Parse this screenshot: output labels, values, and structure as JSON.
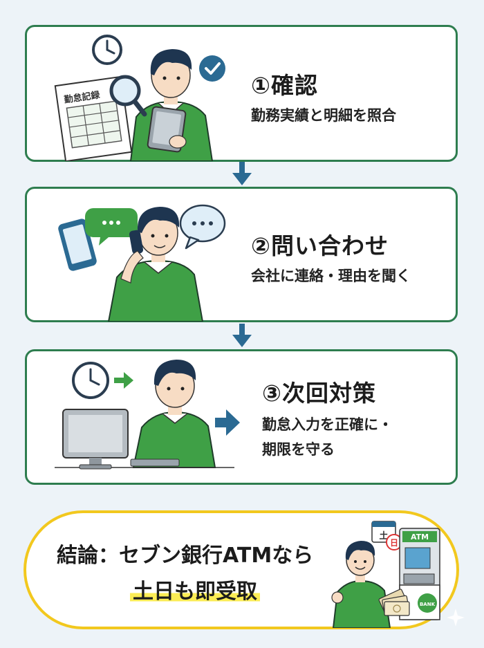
{
  "steps": [
    {
      "title": "①確認",
      "description": "勤務実績と明細を照合",
      "illustration": {
        "document_label": "勤怠記録",
        "icons": [
          "clock-icon",
          "check-icon",
          "magnifier-icon",
          "tablet-icon"
        ]
      }
    },
    {
      "title": "②問い合わせ",
      "description": "会社に連絡・理由を聞く",
      "illustration": {
        "icons": [
          "phone-icon",
          "speech-bubble-icon"
        ]
      }
    },
    {
      "title": "③次回対策",
      "description_lines": [
        "勤怠入力を正確に・",
        "期限を守る"
      ],
      "illustration": {
        "icons": [
          "clock-icon",
          "arrow-icon",
          "computer-icon"
        ]
      }
    }
  ],
  "conclusion": {
    "line1": "結論：セブン銀行ATMなら",
    "line2": "土日も即受取",
    "atm_label": "ATM",
    "calendar_label": "土",
    "calendar_label2": "日",
    "bank_logo_text": "BANK"
  },
  "colors": {
    "card_border": "#2e7d4f",
    "arrow": "#2b6a93",
    "shirt": "#3fa046",
    "accent_yellow": "#f2c81e",
    "highlight": "#fbec55"
  }
}
